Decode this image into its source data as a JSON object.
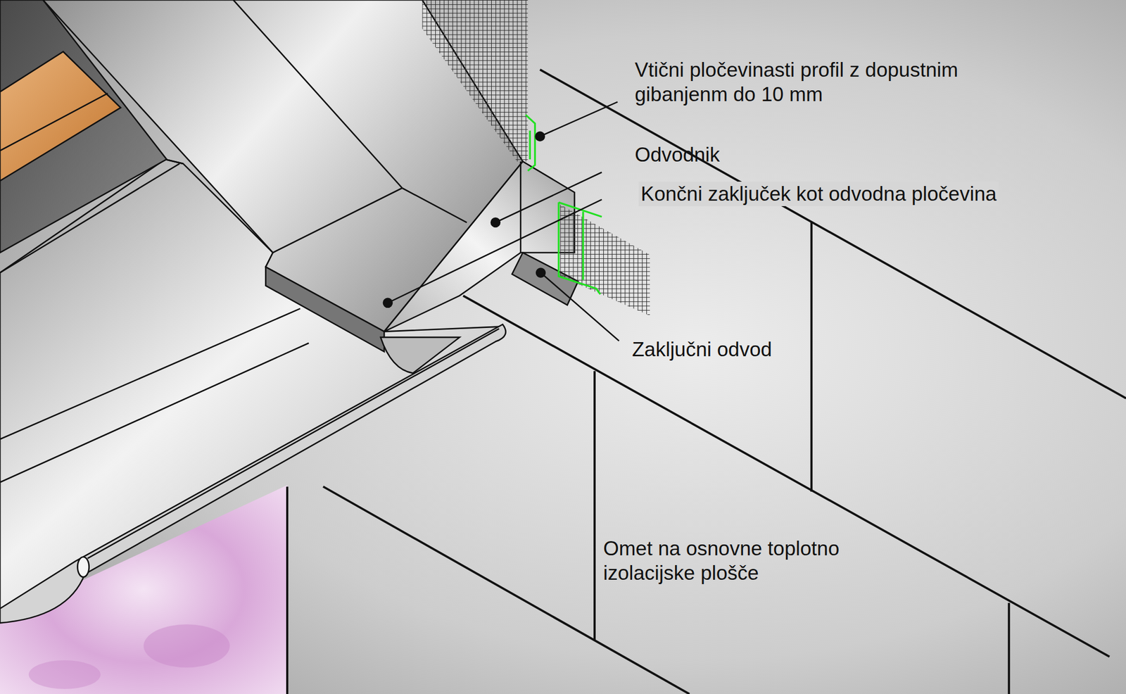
{
  "diagram": {
    "labels": [
      "Vtični pločevinasti profil z dopustnim gibanjenm do 10 mm",
      "Odvodnik",
      "Končni zaključek kot odvodna pločevina",
      "Zaključni odvod",
      "Omet na osnovne toplotno izolacijske plošče"
    ]
  }
}
